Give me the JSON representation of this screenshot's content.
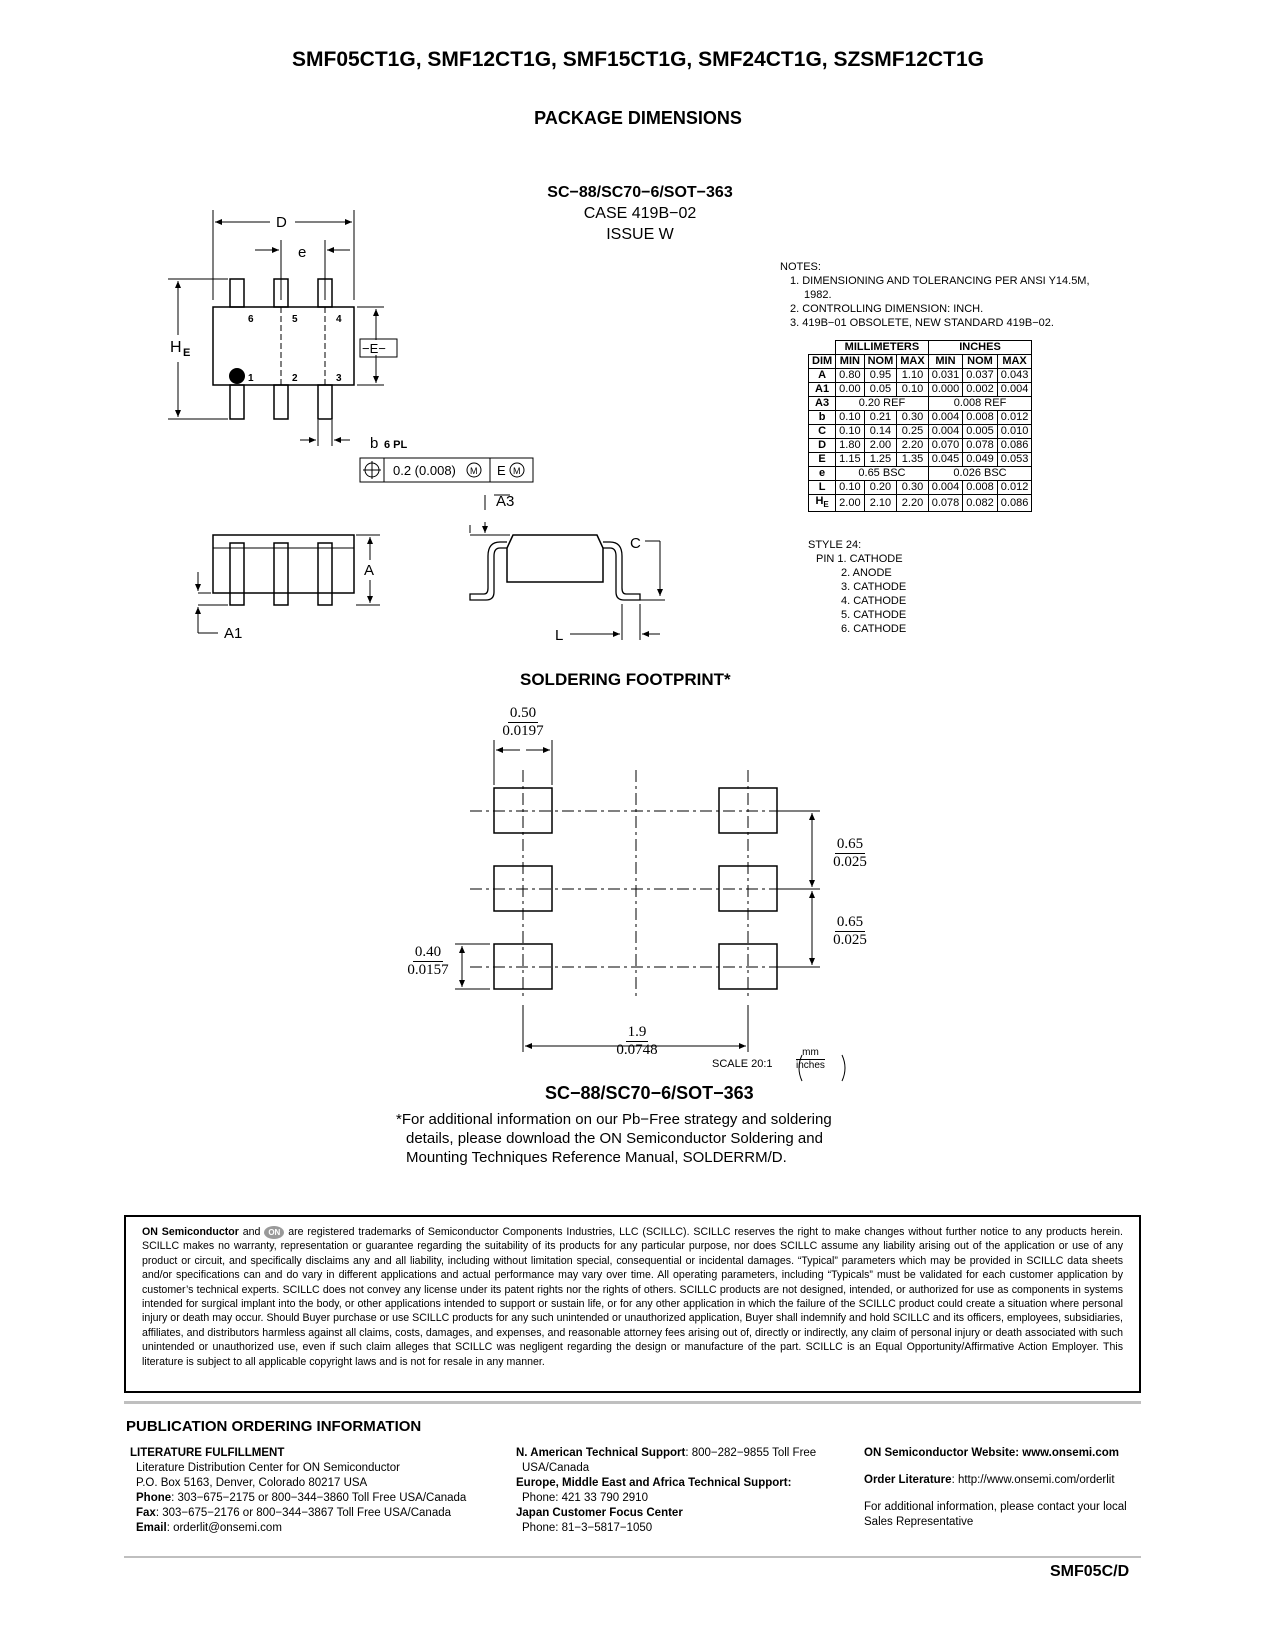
{
  "header": {
    "title": "SMF05CT1G, SMF12CT1G, SMF15CT1G, SMF24CT1G, SZSMF12CT1G"
  },
  "package": {
    "title": "PACKAGE DIMENSIONS",
    "name": "SC−88/SC70−6/SOT−363",
    "case": "CASE 419B−02",
    "issue": "ISSUE W"
  },
  "drawing_labels": {
    "D": "D",
    "e": "e",
    "HE": "H",
    "HE_sub": "E",
    "E_datum": "−E−",
    "pins_top": [
      "6",
      "5",
      "4"
    ],
    "pins_bottom": [
      "1",
      "2",
      "3"
    ],
    "b": "b",
    "b_note": "6 PL",
    "tolerance": "0.2 (0.008)",
    "tol_M": "M",
    "tol_E": "E",
    "A3": "A3",
    "C": "C",
    "A": "A",
    "A1": "A1",
    "L": "L"
  },
  "notes": {
    "heading": "NOTES:",
    "items": [
      "1. DIMENSIONING AND TOLERANCING PER ANSI Y14.5M, 1982.",
      "2. CONTROLLING DIMENSION: INCH.",
      "3. 419B−01 OBSOLETE, NEW STANDARD 419B−02."
    ]
  },
  "dimensions_table": {
    "group_headers": [
      "MILLIMETERS",
      "INCHES"
    ],
    "columns": [
      "DIM",
      "MIN",
      "NOM",
      "MAX",
      "MIN",
      "NOM",
      "MAX"
    ],
    "rows": [
      [
        "A",
        "0.80",
        "0.95",
        "1.10",
        "0.031",
        "0.037",
        "0.043"
      ],
      [
        "A1",
        "0.00",
        "0.05",
        "0.10",
        "0.000",
        "0.002",
        "0.004"
      ],
      [
        "A3",
        "0.20 REF",
        "0.008 REF"
      ],
      [
        "b",
        "0.10",
        "0.21",
        "0.30",
        "0.004",
        "0.008",
        "0.012"
      ],
      [
        "C",
        "0.10",
        "0.14",
        "0.25",
        "0.004",
        "0.005",
        "0.010"
      ],
      [
        "D",
        "1.80",
        "2.00",
        "2.20",
        "0.070",
        "0.078",
        "0.086"
      ],
      [
        "E",
        "1.15",
        "1.25",
        "1.35",
        "0.045",
        "0.049",
        "0.053"
      ],
      [
        "e",
        "0.65 BSC",
        "0.026 BSC"
      ],
      [
        "L",
        "0.10",
        "0.20",
        "0.30",
        "0.004",
        "0.008",
        "0.012"
      ],
      [
        "HE",
        "2.00",
        "2.10",
        "2.20",
        "0.078",
        "0.082",
        "0.086"
      ]
    ]
  },
  "style": {
    "heading": "STYLE 24:",
    "pins": [
      "PIN 1. CATHODE",
      "2. ANODE",
      "3. CATHODE",
      "4. CATHODE",
      "5. CATHODE",
      "6. CATHODE"
    ]
  },
  "footprint": {
    "title": "SOLDERING FOOTPRINT*",
    "dims": {
      "pad_width": [
        "0.50",
        "0.0197"
      ],
      "pitch1": [
        "0.65",
        "0.025"
      ],
      "pitch2": [
        "0.65",
        "0.025"
      ],
      "pad_height": [
        "0.40",
        "0.0157"
      ],
      "span": [
        "1.9",
        "0.0748"
      ]
    },
    "scale": "SCALE 20:1",
    "unit_top": "mm",
    "unit_bottom": "inches",
    "package_name": "SC−88/SC70−6/SOT−363",
    "note_line1": "*For additional information on our Pb−Free strategy and soldering",
    "note_line2": "details, please download the ON Semiconductor Soldering and",
    "note_line3": "Mounting Techniques Reference Manual, SOLDERRM/D."
  },
  "legal": {
    "brand": "ON Semiconductor",
    "and": "and",
    "logo": "ON",
    "text": "are registered trademarks of Semiconductor Components Industries, LLC (SCILLC).  SCILLC reserves the right to make changes without further notice to any products herein.  SCILLC makes no warranty, representation or guarantee regarding the suitability of its products for any particular purpose, nor does SCILLC assume any liability arising out of the application or use of any product or circuit, and specifically disclaims any and all liability, including without limitation special, consequential or incidental damages. “Typical” parameters which may be provided in SCILLC data sheets and/or specifications can and do vary in different applications and actual performance may vary over time.  All operating parameters, including “Typicals” must be validated for each customer application by customer’s technical experts.  SCILLC does not convey any license under its patent rights nor the rights of others.  SCILLC products are not designed, intended, or authorized for use as components in systems intended for surgical implant into the body, or other applications intended to support or sustain life, or for any other application in which the failure of the SCILLC product could create a situation where personal injury or death may occur.  Should Buyer purchase or use SCILLC products for any such unintended or unauthorized application, Buyer shall indemnify and hold SCILLC and its officers, employees, subsidiaries, affiliates, and distributors harmless against all claims, costs, damages, and expenses, and reasonable attorney fees arising out of, directly or indirectly, any claim of personal injury or death associated with such unintended or unauthorized use, even if such claim alleges that SCILLC was negligent regarding the design or manufacture of the part.  SCILLC is an Equal Opportunity/Affirmative Action Employer.  This literature is subject to all applicable copyright laws and is not for resale in any manner."
  },
  "ordering": {
    "title": "PUBLICATION ORDERING INFORMATION",
    "lit_heading": "LITERATURE FULFILLMENT",
    "lit_line1": "Literature Distribution Center for ON Semiconductor",
    "lit_line2": "P.O. Box 5163, Denver, Colorado 80217 USA",
    "phone_label": "Phone",
    "phone": ": 303−675−2175 or 800−344−3860 Toll Free USA/Canada",
    "fax_label": "Fax",
    "fax": ": 303−675−2176 or 800−344−3867 Toll Free USA/Canada",
    "email_label": "Email",
    "email": ": orderlit@onsemi.com",
    "na_label": "N. American Technical Support",
    "na_value": ": 800−282−9855 Toll Free",
    "na_value2": "USA/Canada",
    "eu_label": "Europe, Middle East and Africa Technical Support:",
    "eu_phone": "Phone: 421 33 790 2910",
    "jp_label": "Japan Customer Focus Center",
    "jp_phone": "Phone: 81−3−5817−1050",
    "web_label": "ON Semiconductor Website",
    "web_value": ": www.onsemi.com",
    "order_label": "Order Literature",
    "order_value": ": http://www.onsemi.com/orderlit",
    "contact_line1": "For additional information, please contact your local",
    "contact_line2": "Sales Representative"
  },
  "footer": {
    "doc_id": "SMF05C/D"
  }
}
